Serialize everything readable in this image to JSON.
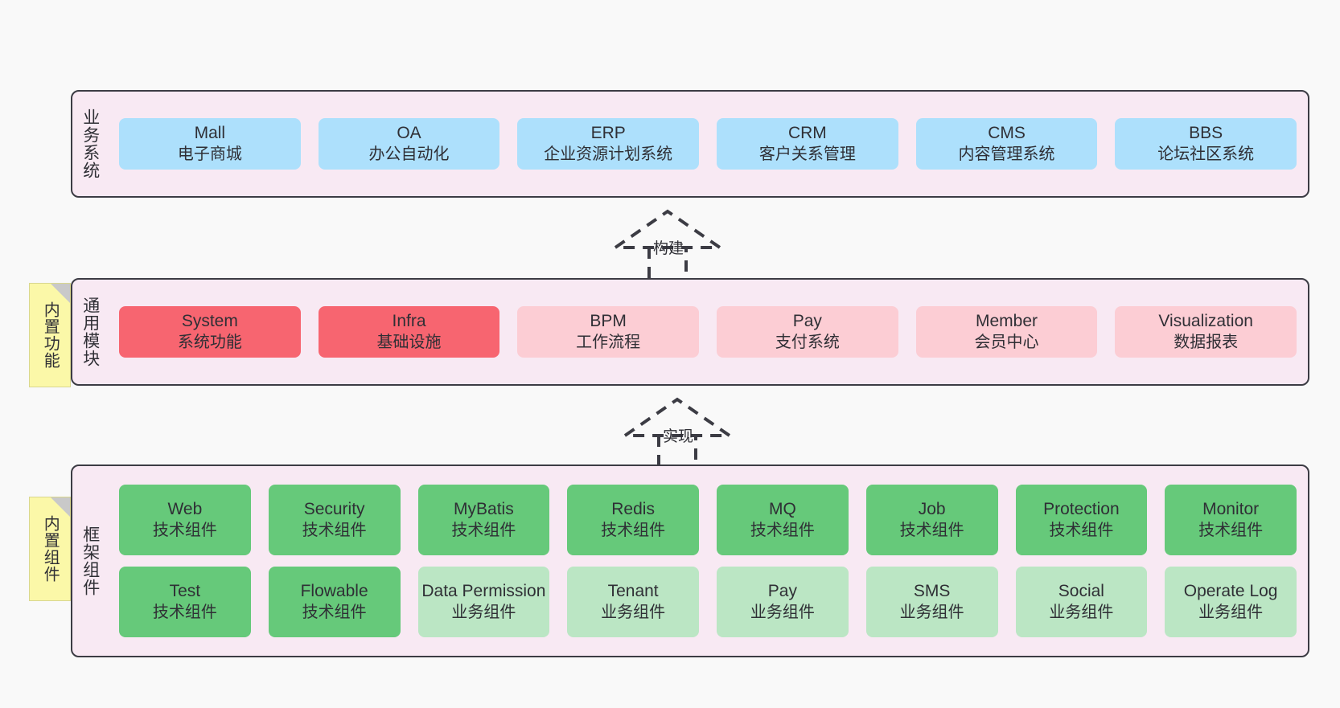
{
  "diagram": {
    "title": "业务系统 / 通用模块 / 框架组件 架构图",
    "background_color": "#f9f9f9",
    "layer_background_color": "#f8e9f3",
    "layer_border_color": "#3c3c44"
  },
  "layers": [
    {
      "id": "business-systems",
      "title": "业务系统",
      "rows": [
        {
          "cards": [
            {
              "en": "Mall",
              "cn": "电子商城",
              "color": "#ade0fc",
              "style": "blue"
            },
            {
              "en": "OA",
              "cn": "办公自动化",
              "color": "#ade0fc",
              "style": "blue"
            },
            {
              "en": "ERP",
              "cn": "企业资源计划系统",
              "color": "#ade0fc",
              "style": "blue"
            },
            {
              "en": "CRM",
              "cn": "客户关系管理",
              "color": "#ade0fc",
              "style": "blue"
            },
            {
              "en": "CMS",
              "cn": "内容管理系统",
              "color": "#ade0fc",
              "style": "blue"
            },
            {
              "en": "BBS",
              "cn": "论坛社区系统",
              "color": "#ade0fc",
              "style": "blue"
            }
          ]
        }
      ]
    },
    {
      "id": "common-modules",
      "title": "通用模块",
      "note": "内置功能",
      "rows": [
        {
          "cards": [
            {
              "en": "System",
              "cn": "系统功能",
              "color": "#f76570",
              "style": "red"
            },
            {
              "en": "Infra",
              "cn": "基础设施",
              "color": "#f76570",
              "style": "red"
            },
            {
              "en": "BPM",
              "cn": "工作流程",
              "color": "#fccdd4",
              "style": "pink"
            },
            {
              "en": "Pay",
              "cn": "支付系统",
              "color": "#fccdd4",
              "style": "pink"
            },
            {
              "en": "Member",
              "cn": "会员中心",
              "color": "#fccdd4",
              "style": "pink"
            },
            {
              "en": "Visualization",
              "cn": "数据报表",
              "color": "#fccdd4",
              "style": "pink"
            }
          ]
        }
      ]
    },
    {
      "id": "framework-components",
      "title": "框架组件",
      "note": "内置组件",
      "rows": [
        {
          "cards": [
            {
              "en": "Web",
              "cn": "技术组件",
              "color": "#66c97a",
              "style": "green"
            },
            {
              "en": "Security",
              "cn": "技术组件",
              "color": "#66c97a",
              "style": "green"
            },
            {
              "en": "MyBatis",
              "cn": "技术组件",
              "color": "#66c97a",
              "style": "green"
            },
            {
              "en": "Redis",
              "cn": "技术组件",
              "color": "#66c97a",
              "style": "green"
            },
            {
              "en": "MQ",
              "cn": "技术组件",
              "color": "#66c97a",
              "style": "green"
            },
            {
              "en": "Job",
              "cn": "技术组件",
              "color": "#66c97a",
              "style": "green"
            },
            {
              "en": "Protection",
              "cn": "技术组件",
              "color": "#66c97a",
              "style": "green"
            },
            {
              "en": "Monitor",
              "cn": "技术组件",
              "color": "#66c97a",
              "style": "green"
            }
          ]
        },
        {
          "cards": [
            {
              "en": "Test",
              "cn": "技术组件",
              "color": "#66c97a",
              "style": "green"
            },
            {
              "en": "Flowable",
              "cn": "技术组件",
              "color": "#66c97a",
              "style": "green"
            },
            {
              "en": "Data Permission",
              "cn": "业务组件",
              "color": "#bbe6c4",
              "style": "lgreen",
              "wrap": true
            },
            {
              "en": "Tenant",
              "cn": "业务组件",
              "color": "#bbe6c4",
              "style": "lgreen"
            },
            {
              "en": "Pay",
              "cn": "业务组件",
              "color": "#bbe6c4",
              "style": "lgreen"
            },
            {
              "en": "SMS",
              "cn": "业务组件",
              "color": "#bbe6c4",
              "style": "lgreen"
            },
            {
              "en": "Social",
              "cn": "业务组件",
              "color": "#bbe6c4",
              "style": "lgreen"
            },
            {
              "en": "Operate Log",
              "cn": "业务组件",
              "color": "#bbe6c4",
              "style": "lgreen"
            }
          ]
        }
      ]
    }
  ],
  "connectors": [
    {
      "id": "build",
      "label": "构建",
      "from": "common-modules",
      "to": "business-systems",
      "kind": "realization-dashed-hollow"
    },
    {
      "id": "implement",
      "label": "实现",
      "from": "framework-components",
      "to": "common-modules",
      "kind": "realization-dashed-hollow"
    }
  ]
}
